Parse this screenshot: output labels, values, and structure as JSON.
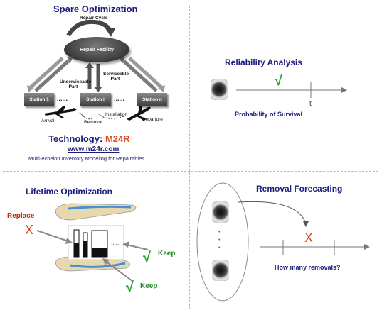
{
  "spare": {
    "title": "Spare Optimization",
    "repair_cycle": "Repair Cycle",
    "repair_facility": "Repair Facility",
    "unserviceable": "Unserviceable Part",
    "serviceable": "Serviceable Part",
    "station1": "Station 1",
    "station_i": "Station i",
    "station_n": "Station n",
    "dots": "......",
    "arrival": "Arrival",
    "removal": "Removal",
    "installation": "Installation",
    "departure": "Departure",
    "tech_prefix": "Technology: ",
    "tech_name": "M24R",
    "url": "www.m24r.com",
    "subtitle": "Multi-echelon Inventory Modeling for Repairables"
  },
  "reliability": {
    "title": "Reliability Analysis",
    "check": "√",
    "t_label": "t",
    "caption": "Probability of Survival"
  },
  "lifetime": {
    "title": "Lifetime Optimization",
    "replace": "Replace",
    "x": "X",
    "keep1": "Keep",
    "keep2": "Keep",
    "check1": "√",
    "check2": "√",
    "dots": "....."
  },
  "removal": {
    "title": "Removal Forecasting",
    "dots": "•\n•\n•",
    "x": "X",
    "question": "How many removals?"
  },
  "colors": {
    "title_navy": "#1c1c7a",
    "accent_red": "#cc2200",
    "check_green": "#2aa32a",
    "blade_blue": "#4a90d0",
    "blade_tan": "#e8d8b0"
  }
}
